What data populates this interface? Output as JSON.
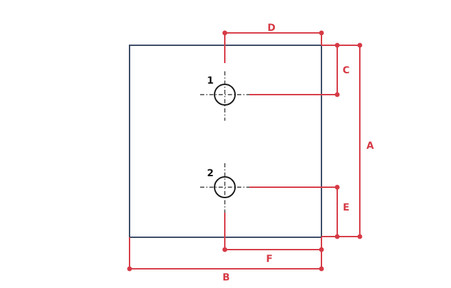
{
  "colors": {
    "plate_outline": "#3a4a63",
    "dimension": "#d63a45",
    "hole": "#1a1a1a",
    "background": "#ffffff"
  },
  "holes": [
    {
      "label": "1"
    },
    {
      "label": "2"
    }
  ],
  "dimensions": {
    "A": "A",
    "B": "B",
    "C": "C",
    "D": "D",
    "E": "E",
    "F": "F"
  }
}
